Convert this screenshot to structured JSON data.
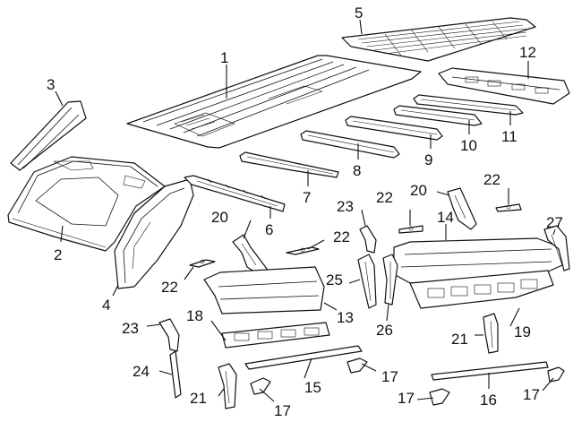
{
  "callouts": {
    "c1": "1",
    "c2": "2",
    "c3": "3",
    "c4": "4",
    "c5": "5",
    "c6": "6",
    "c7": "7",
    "c8": "8",
    "c9": "9",
    "c10": "10",
    "c11": "11",
    "c12": "12",
    "c13": "13",
    "c14": "14",
    "c15": "15",
    "c16": "16",
    "c17a": "17",
    "c17b": "17",
    "c17c": "17",
    "c17d": "17",
    "c18": "18",
    "c19": "19",
    "c20a": "20",
    "c20b": "20",
    "c21a": "21",
    "c21b": "21",
    "c22a": "22",
    "c22b": "22",
    "c22c": "22",
    "c22d": "22",
    "c23a": "23",
    "c23b": "23",
    "c24": "24",
    "c25": "25",
    "c26": "26",
    "c27": "27"
  },
  "colors": {
    "line": "#111111",
    "background": "#ffffff"
  }
}
